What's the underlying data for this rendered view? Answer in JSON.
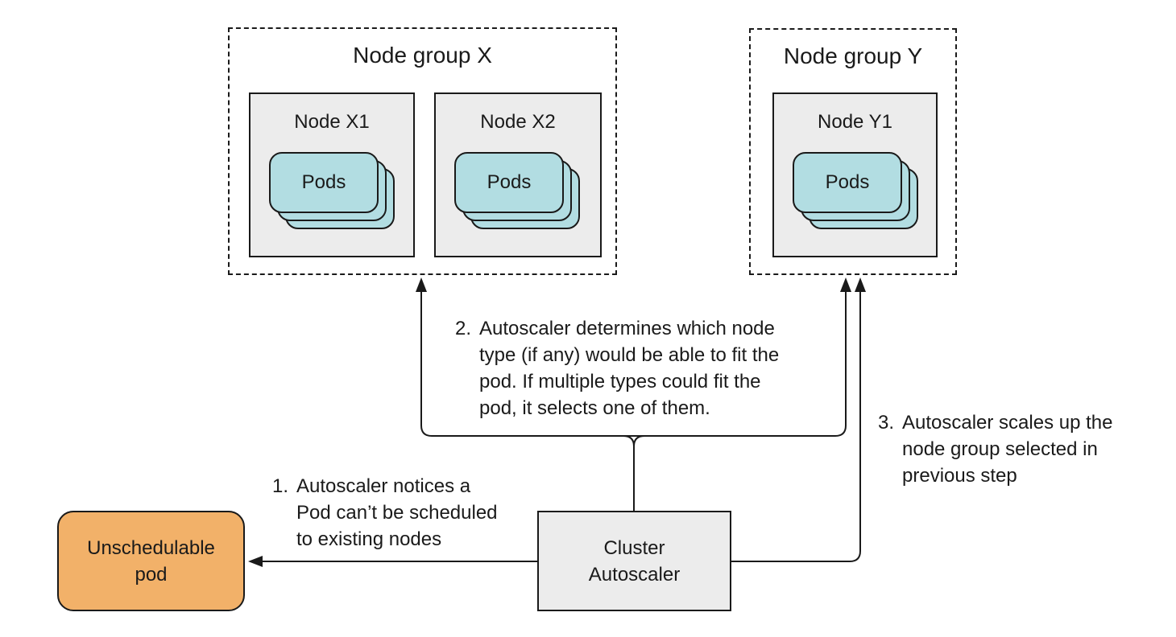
{
  "diagram": {
    "node_group_x": {
      "title": "Node group X",
      "nodes": [
        {
          "title": "Node X1",
          "pods_label": "Pods"
        },
        {
          "title": "Node X2",
          "pods_label": "Pods"
        }
      ]
    },
    "node_group_y": {
      "title": "Node group Y",
      "nodes": [
        {
          "title": "Node Y1",
          "pods_label": "Pods"
        }
      ]
    },
    "cluster_autoscaler": {
      "label": "Cluster\nAutoscaler"
    },
    "unschedulable_pod": {
      "label": "Unschedulable\npod"
    },
    "annotations": [
      {
        "num": "1.",
        "text": "Autoscaler notices a\nPod can’t be scheduled\nto existing nodes"
      },
      {
        "num": "2.",
        "text": "Autoscaler determines which node\ntype (if any) would be able to fit the\npod. If multiple types could fit the\npod, it selects one of them."
      },
      {
        "num": "3.",
        "text": "Autoscaler scales up the\nnode group selected in\nprevious step"
      }
    ],
    "colors": {
      "pod_fill": "#b2dde2",
      "node_fill": "#ececec",
      "unschedulable_fill": "#f2b169",
      "line": "#1a1a1a",
      "background": "#ffffff"
    }
  }
}
